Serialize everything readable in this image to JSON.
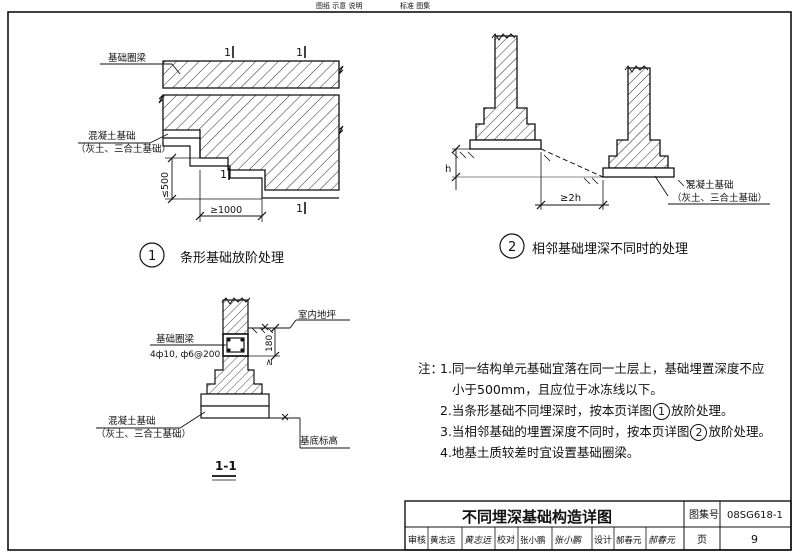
{
  "top_marks": {
    "left": "图纸 示意 说明",
    "right": "标准 图集"
  },
  "fig1": {
    "number": "1",
    "title": "条形基础放阶处理",
    "ring_beam_label": "基础圈梁",
    "concrete_label": "混凝土基础",
    "concrete_sub": "（灰土、三合土基础）",
    "dim_height": "≤500",
    "dim_step": "≥1000",
    "section_mark": "1"
  },
  "fig2": {
    "number": "2",
    "title": "相邻基础埋深不同时的处理",
    "dim_h": "h",
    "dim_2h": "≥2h",
    "concrete_label": "混凝土基础",
    "concrete_sub": "（灰土、三合土基础）"
  },
  "fig3": {
    "ring_beam_label": "基础圈梁",
    "rebar": "4ф10, ф6@200",
    "floor_label": "室内地坪",
    "dim_180": "180",
    "dim_ge": "≥",
    "concrete_label": "混凝土基础",
    "concrete_sub": "（灰土、三合土基础）",
    "base_level": "基底标高",
    "section_title": "1-1"
  },
  "notes": {
    "prefix": "注：",
    "n1a": "1.同一结构单元基础宜落在同一土层上，基础埋置深度不应",
    "n1b": "小于500mm，且应位于冰冻线以下。",
    "n2a": "2.当条形基础不同埋深时，按本页详图",
    "n2ref": "1",
    "n2b": "放阶处理。",
    "n3a": "3.当相邻基础的埋置深度不同时，按本页详图",
    "n3ref": "2",
    "n3b": "放阶处理。",
    "n4": "4.地基土质较差时宜设置基础圈梁。"
  },
  "title_block": {
    "title": "不同埋深基础构造详图",
    "atlas_label": "图集号",
    "atlas_no": "08SG618-1",
    "review_label": "审核",
    "review_name": "黄志远",
    "review_sign": "黄志远",
    "check_label": "校对",
    "check_name": "张小鹏",
    "check_sign": "张小鹏",
    "design_label": "设计",
    "design_name": "郝春元",
    "design_sign": "郝春元",
    "page_label": "页",
    "page_no": "9"
  }
}
